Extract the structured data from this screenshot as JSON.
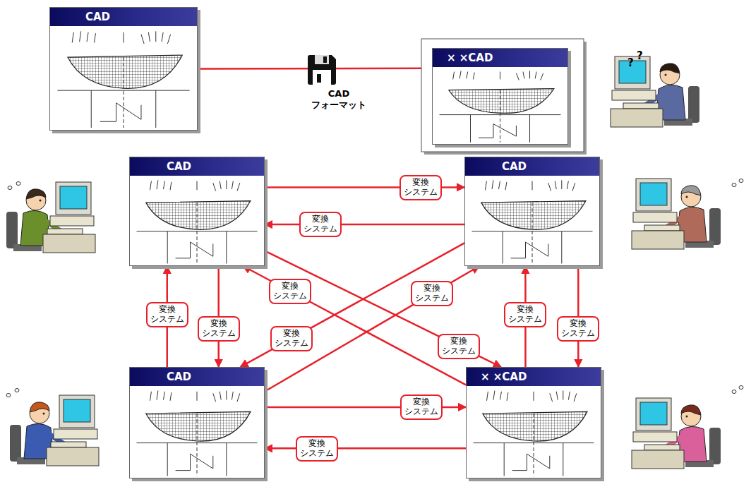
{
  "diagram": {
    "nodes": [
      {
        "text": [
          "CAD"
        ]
      },
      {
        "text": [
          "× ×CAD"
        ]
      },
      {
        "text": [
          "CAD"
        ]
      },
      {
        "text": [
          "CAD"
        ]
      },
      {
        "text": [
          "CAD"
        ]
      },
      {
        "text": [
          "× ×CAD"
        ]
      }
    ],
    "edges": [
      {
        "from": 0,
        "to": 1,
        "arrow": "to"
      },
      {
        "from": 2,
        "to": 3,
        "arrow": "to",
        "label": "変換 システム"
      },
      {
        "from": 3,
        "to": 2,
        "arrow": "to",
        "label": "変換 システム"
      },
      {
        "from": 4,
        "to": 2,
        "arrow": "to",
        "label": "変換 システム"
      },
      {
        "from": 2,
        "to": 4,
        "arrow": "to",
        "label": "変換 システム"
      },
      {
        "from": 2,
        "to": 5,
        "arrow": "to",
        "label": "変換 システム"
      },
      {
        "from": 5,
        "to": 2,
        "arrow": "to",
        "label": "変換 システム"
      },
      {
        "from": 4,
        "to": 3,
        "arrow": "to",
        "label": "変換 システム"
      },
      {
        "from": 3,
        "to": 4,
        "arrow": "to",
        "label": "変換 システム"
      },
      {
        "from": 5,
        "to": 3,
        "arrow": "to",
        "label": "変換 システム"
      },
      {
        "from": 3,
        "to": 5,
        "arrow": "to",
        "label": "変換 システム"
      },
      {
        "from": 4,
        "to": 5,
        "arrow": "to",
        "label": "変換 システム"
      },
      {
        "from": 5,
        "to": 4,
        "arrow": "to",
        "label": "変換 システム"
      }
    ],
    "labels": [
      "CAD フォーマット",
      "?",
      "?"
    ]
  }
}
